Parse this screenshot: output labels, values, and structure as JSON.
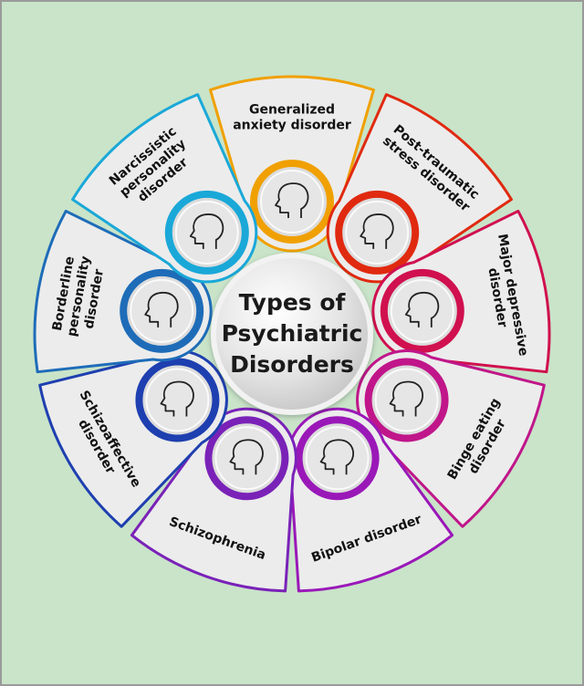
{
  "title": {
    "lines": [
      "Types of",
      "Psychiatric",
      "Disorders"
    ]
  },
  "segments": [
    {
      "label": [
        "Generalized",
        "anxiety disorder"
      ],
      "color": "#f0a000",
      "icon": "head-swirls-icon"
    },
    {
      "label": [
        "Post-traumatic",
        "stress disorder"
      ],
      "color": "#e02a10",
      "icon": "broken-brain-icon"
    },
    {
      "label": [
        "Major depressive",
        "disorder"
      ],
      "color": "#d0104f",
      "icon": "distressed-person-icon"
    },
    {
      "label": [
        "Binge eating",
        "disorder"
      ],
      "color": "#c0168a",
      "icon": "eating-face-icon"
    },
    {
      "label": [
        "Bipolar disorder"
      ],
      "color": "#9a18b8",
      "icon": "split-face-icon"
    },
    {
      "label": [
        "Schizophrenia"
      ],
      "color": "#7a22b8",
      "icon": "hallucination-icon"
    },
    {
      "label": [
        "Schizoaffective",
        "disorder"
      ],
      "color": "#1e3fb0",
      "icon": "tangled-head-icon"
    },
    {
      "label": [
        "Borderline",
        "personality",
        "disorder"
      ],
      "color": "#1e6cb8",
      "icon": "two-faces-icon"
    },
    {
      "label": [
        "Narcissistic",
        "personality",
        "disorder"
      ],
      "color": "#1aa8d8",
      "icon": "crowned-head-icon"
    }
  ]
}
